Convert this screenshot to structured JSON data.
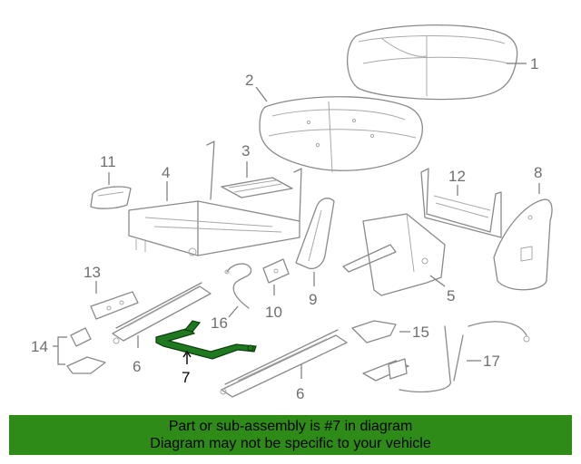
{
  "callouts": {
    "c1": "1",
    "c2": "2",
    "c3": "3",
    "c4": "4",
    "c5": "5",
    "c6a": "6",
    "c6b": "6",
    "c7": "7",
    "c8": "8",
    "c9": "9",
    "c10": "10",
    "c11": "11",
    "c12": "12",
    "c13": "13",
    "c14": "14",
    "c15": "15",
    "c16": "16",
    "c17": "17"
  },
  "highlighted_part": "7",
  "banner": {
    "line1": "Part or sub-assembly is #7 in diagram",
    "line2": "Diagram may not be specific to your vehicle"
  },
  "colors": {
    "highlight": "#1f7a1f",
    "banner_bg": "#2e8b17",
    "line_art": "#8a8a8a"
  }
}
